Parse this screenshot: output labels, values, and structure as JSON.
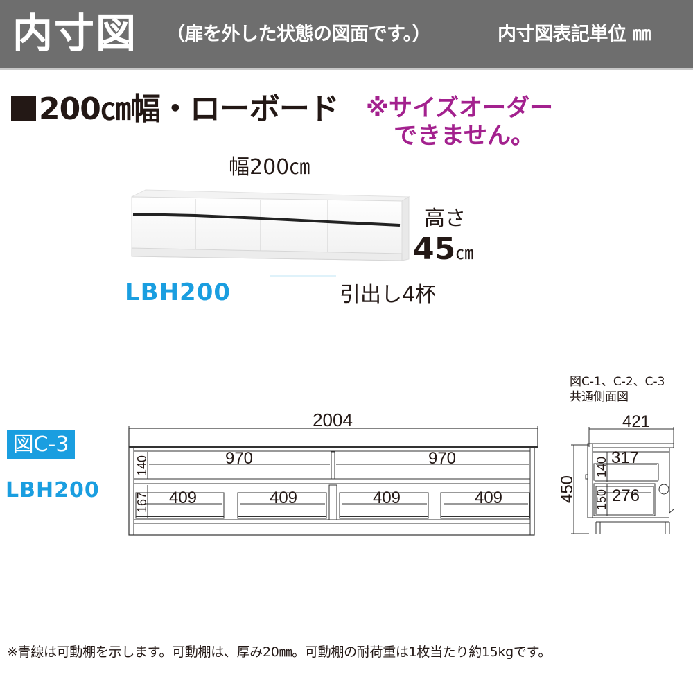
{
  "header": {
    "title": "内寸図",
    "subtitle": "（扉を外した状態の図面です。）",
    "unit_note": "内寸図表記単位 ㎜",
    "background_color": "#6e6e6e"
  },
  "product": {
    "title": "200㎝幅・ローボード",
    "notice_line1": "※サイズオーダー",
    "notice_line2": "できません。",
    "notice_color": "#a3218e",
    "width_label": "幅200㎝",
    "height_label": "高さ",
    "height_value": "45",
    "height_unit": "㎝",
    "model": "LBH200",
    "drawers": "引出し4杯",
    "model_color": "#1a9ee0"
  },
  "front_view": {
    "figure_badge": "図C-3",
    "model": "LBH200",
    "overall_width": "2004",
    "upper_compartments": [
      {
        "width": "970",
        "height": "140"
      },
      {
        "width": "970"
      }
    ],
    "drawers": [
      {
        "width": "409",
        "height": "167"
      },
      {
        "width": "409"
      },
      {
        "width": "409"
      },
      {
        "width": "409"
      }
    ]
  },
  "side_view": {
    "title_line1": "図C-1、C-2、C-3",
    "title_line2": "共通側面図",
    "depth": "421",
    "height": "450",
    "upper_depth": "317",
    "upper_height": "140",
    "lower_depth": "276",
    "lower_height": "150"
  },
  "footnote": "※青線は可動棚を示します。可動棚は、厚み20㎜。可動棚の耐荷重は1枚当たり約15kgです。"
}
